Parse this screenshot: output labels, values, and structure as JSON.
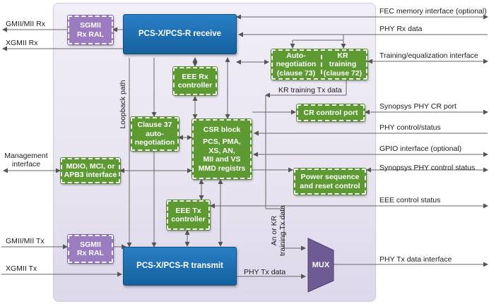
{
  "blocks": {
    "pcs_receive": "PCS-X/PCS-R receive",
    "pcs_transmit": "PCS-X/PCS-R transmit",
    "sgmii_rx_ral_top": [
      "SGMII",
      "Rx RAL"
    ],
    "sgmii_rx_ral_bottom": [
      "SGMII",
      "Rx RAL"
    ],
    "autoneg_cl73": [
      "Auto-",
      "negotiation",
      "(clause 73)"
    ],
    "kr_training": [
      "KR",
      "training",
      "(clause 72)"
    ],
    "eee_rx": [
      "EEE Rx",
      "controller"
    ],
    "eee_tx": [
      "EEE Tx",
      "controller"
    ],
    "clause37": [
      "Clause 37",
      "auto-",
      "negotiation"
    ],
    "csr_title": "CSR block",
    "csr_lines": [
      "PCS, PMA,",
      "XS, AN,",
      "MII and VS",
      "MMD registrs"
    ],
    "cr_control": "CR control port",
    "power_seq": [
      "Power sequence",
      "and reset control"
    ],
    "mdio": [
      "MDIO, MCI, or",
      "APB3 interface"
    ],
    "mux": "MUX"
  },
  "labels": {
    "gmii_rx": "GMII/MII Rx",
    "xgmii_rx": "XGMII Rx",
    "management": [
      "Management",
      "interface"
    ],
    "gmii_tx": "GMII/MII Tx",
    "xgmii_tx": "XGMII Tx",
    "fec": "FEC memory interface (optional)",
    "phy_rx": "PHY Rx data",
    "training_eq": "Training/equalization interface",
    "kr_training_tx": "KR training Tx data",
    "synopsys_cr": "Synopsys PHY CR port",
    "phy_control_status": "PHY control/status",
    "gpio": "GPIO interface (optional)",
    "synopsys_ctrl_status": "Synopsys PHY control status",
    "eee_status": "EEE control status",
    "phy_tx_data": "PHY Tx data",
    "phy_tx_if": "PHY Tx data interface",
    "loopback": "Loopback path",
    "an_kr": [
      "An or KR",
      "training Tx data"
    ]
  },
  "colors": {
    "pcs_blue": "#1a6aad",
    "block_green": "#5d9a32",
    "sgmii_purple": "#9b7cc0",
    "mux_purple": "#6e5b94",
    "core_background": "#e7e3f0",
    "line_gray": "#666666"
  }
}
